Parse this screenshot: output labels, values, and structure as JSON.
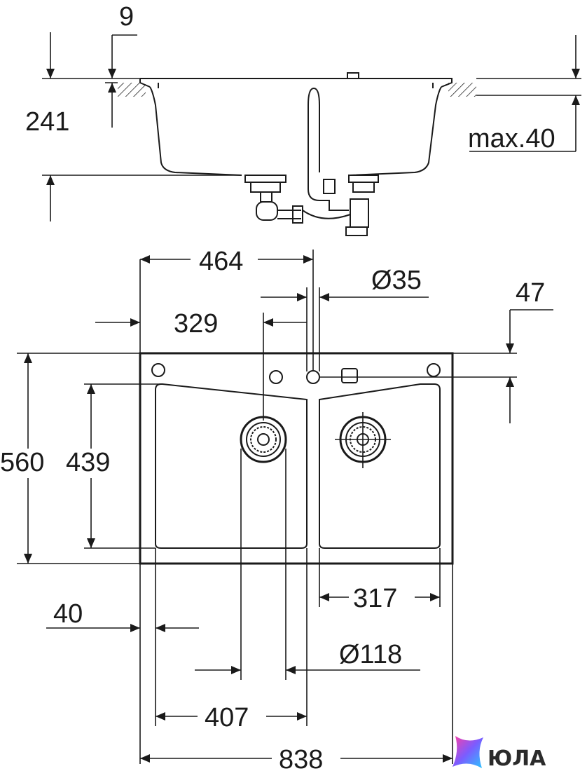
{
  "dimensions": {
    "lip_thickness": "9",
    "bowl_depth": "241",
    "max_counter": "max.40",
    "bowl_left_width": "464",
    "tap_hole": "Ø35",
    "tap_hole_to_edge": "47",
    "drain_offset_left": "329",
    "overall_depth": "560",
    "bowl_depth_inner": "439",
    "bowl_right_width": "317",
    "margin": "40",
    "drain_diameter": "Ø118",
    "bowl_left_inner": "407",
    "overall_width": "838"
  },
  "brand": {
    "logo_text": "ЮЛА",
    "colors": [
      "#ff3ea5",
      "#7b5cff",
      "#28c7ff"
    ]
  }
}
